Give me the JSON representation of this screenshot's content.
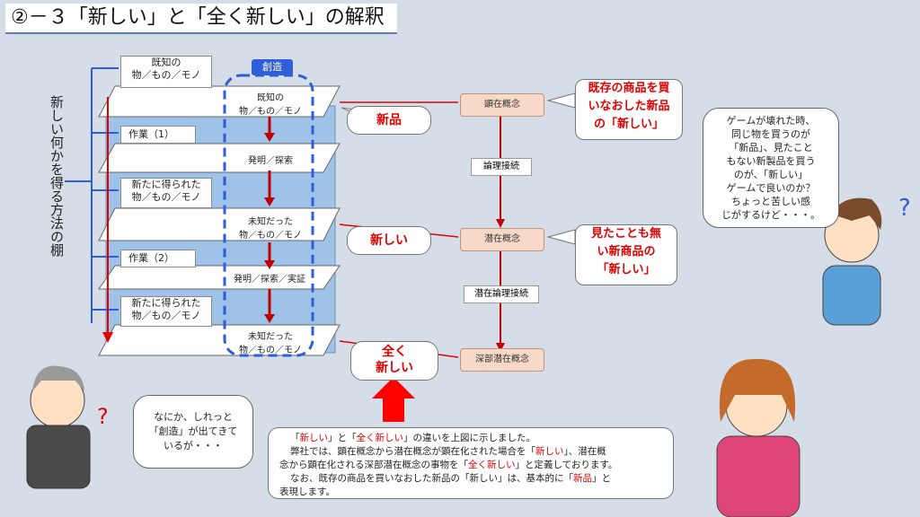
{
  "title": "②－３「新しい」と「全く新しい」の解釈",
  "vertical_label": "新しい何かを得る方法の棚",
  "shelf": {
    "top_box": "既知の\n物／もの／モノ",
    "create_tag": "創造",
    "layer1": "既知の\n物／もの／モノ",
    "work1": "作業（1）",
    "step1": "発明／探索",
    "new_obtained1": "新たに得られた\n物／もの／モノ",
    "layer2": "未知だった\n物／もの／モノ",
    "work2": "作業（2）",
    "step2": "発明／探索／実証",
    "new_obtained2": "新たに得られた\n物／もの／モノ",
    "layer3": "未知だった\n物／もの／モノ"
  },
  "tags": {
    "shinpin": "新品",
    "atarashii": "新しい",
    "mattaku": "全く\n新しい"
  },
  "concepts": {
    "c1": "顕在概念",
    "link1": "論理接続",
    "c2": "潜在概念",
    "link2": "潜在論理接続",
    "c3": "深部潜在概念"
  },
  "callouts": {
    "c1": "既存の商品を買\nいなおした新品\nの「新しい」",
    "c2": "見たことも無\nい新商品の\n「新しい」"
  },
  "bubbles": {
    "right": "ゲームが壊れた時、\n同じ物を買うのが\n「新品」、見たこと\nもない新製品を買う\nのが、「新しい」\nゲームで良いのか？\nちょっと苦しい感\nじがするけど・・・。",
    "left": "なにか、しれっと\n「創造」が出てきて\nいるが・・・"
  },
  "note": {
    "l1a": "「",
    "l1b": "新しい",
    "l1c": "」と「",
    "l1d": "全く新しい",
    "l1e": "」の違いを上図に示しました。",
    "l2a": "弊社では、顕在概念から潜在概念が顕在化された場合を「",
    "l2b": "新しい",
    "l2c": "」、潜在概",
    "l3a": "念から顕在化される深部潜在概念の事物を「",
    "l3b": "全く新しい",
    "l3c": "」と定義しております。",
    "l4a": "なお、既存の商品を買いなおした新品の「新しい」は、基本的に「",
    "l4b": "新品",
    "l4c": "」と",
    "l5": "表現します。"
  },
  "colors": {
    "accent": "#e00000",
    "blue": "#2f5ed8",
    "shelf": "#9fc3e8",
    "pill": "#f7d9c9"
  }
}
